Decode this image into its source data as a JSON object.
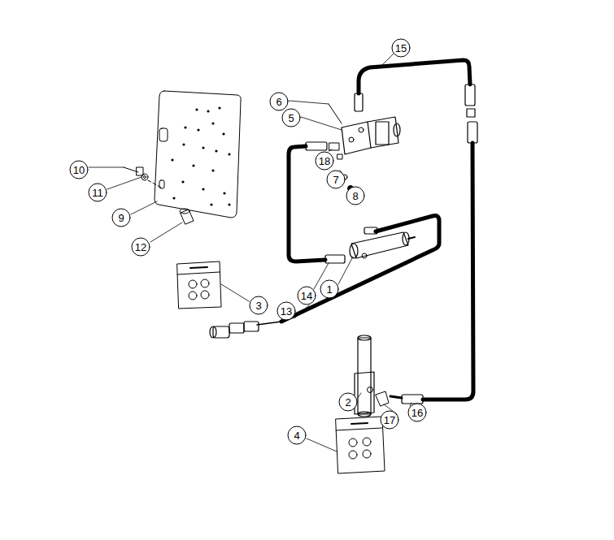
{
  "diagram": {
    "labels": [
      "15",
      "6",
      "5",
      "18",
      "7",
      "8",
      "10",
      "11",
      "9",
      "12",
      "1",
      "14",
      "3",
      "13",
      "2",
      "17",
      "16",
      "4"
    ]
  }
}
